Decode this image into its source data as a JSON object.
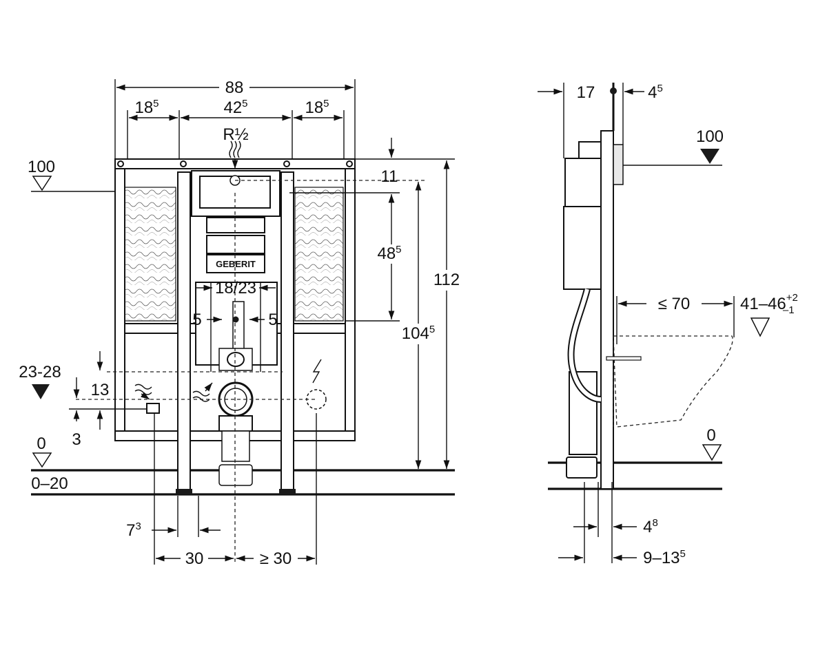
{
  "front_view": {
    "dim_width_total": "88",
    "dim_left_bay": {
      "base": "18",
      "sup": "5"
    },
    "dim_center_bay": {
      "base": "42",
      "sup": "5"
    },
    "dim_right_bay": {
      "base": "18",
      "sup": "5"
    },
    "water_connection": "R½",
    "dim_top_to_supply": "11",
    "dim_flush_plate": {
      "base": "48",
      "sup": "5"
    },
    "dim_total_height": "112",
    "dim_floor_to_supply": {
      "base": "104",
      "sup": "5"
    },
    "dim_bolt_spacing": "18/23",
    "dim_offset_left": "5",
    "dim_offset_right": "5",
    "dim_drain_height": "23-28",
    "dim_13": "13",
    "dim_3": "3",
    "level_top": "100",
    "level_floor": "0",
    "level_floor_range": "0–20",
    "dim_foot": {
      "base": "7",
      "sup": "3"
    },
    "dim_30": "30",
    "dim_ge_30": "≥ 30",
    "brand_logo": "GEBERIT"
  },
  "side_view": {
    "dim_depth_17": "17",
    "dim_4_5": {
      "base": "4",
      "sup": "5"
    },
    "level_top": "100",
    "dim_le_70": "≤ 70",
    "dim_bowl_height": {
      "base": "41–46",
      "sup": "+2",
      "sub": "–1"
    },
    "level_floor": "0",
    "dim_4_8": {
      "base": "4",
      "sup": "8"
    },
    "dim_9_13": {
      "base": "9–13",
      "sup": "5"
    }
  }
}
